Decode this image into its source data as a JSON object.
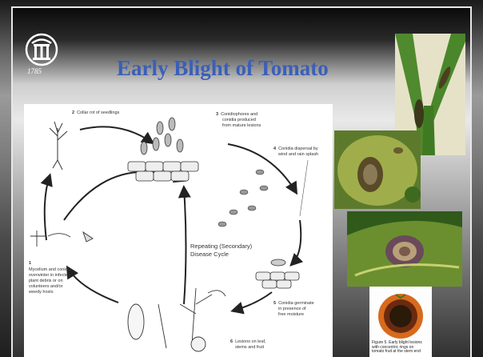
{
  "slide": {
    "title": "Early Blight of Tomato",
    "logo": {
      "name": "university-arch-logo",
      "text": "1785"
    }
  },
  "diagram": {
    "steps": [
      {
        "num": "1",
        "text_lines": [
          "Mycelium and conidia",
          "overwinter in infected",
          "plant debris or on",
          "volunteers and/or",
          "weedy hosts"
        ]
      },
      {
        "num": "2",
        "text_lines": [
          "Collar rot of seedlings"
        ]
      },
      {
        "num": "3",
        "text_lines": [
          "Conidiophores and",
          "conidia produced",
          "from mature lesions"
        ]
      },
      {
        "num": "4",
        "text_lines": [
          "Conidia dispersal by",
          "wind and rain splash"
        ]
      },
      {
        "num": "5",
        "text_lines": [
          "Conidia germinate",
          "in presence of",
          "free moisture"
        ]
      },
      {
        "num": "6",
        "text_lines": [
          "Lesions on leaf,",
          "stems and fruit"
        ]
      }
    ],
    "center_label_lines": [
      "Repeating (Secondary)",
      "Disease Cycle"
    ]
  },
  "photos": {
    "fruit_caption_lines": [
      "Figure 5. Early blight lesions",
      "with concentric rings on",
      "tomato fruit at the stem end"
    ]
  }
}
